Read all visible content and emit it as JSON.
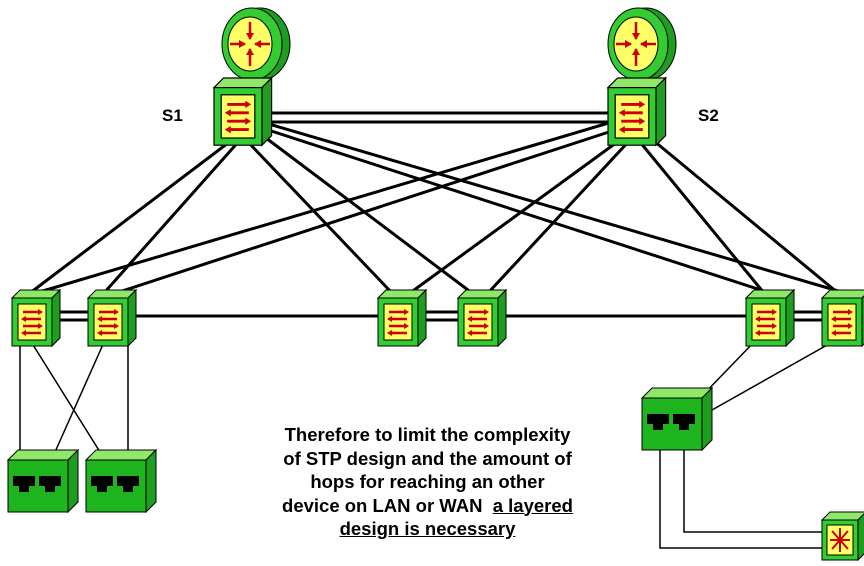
{
  "labels": {
    "s1": "S1",
    "s2": "S2"
  },
  "caption": {
    "line1": "Therefore to limit the complexity",
    "line2": "of STP design and the amount of",
    "line3": "hops for reaching an other",
    "line4_plain": "device on LAN or WAN  ",
    "line4_underlined": "a layered",
    "line5_underlined": "design is necessary"
  },
  "icons": {
    "router": "router-icon",
    "core_switch": "switch-icon",
    "access_switch": "switch-icon",
    "hub": "hub-icon",
    "wan_device": "isdn-icon"
  },
  "colors": {
    "device_green_light": "#7fe05a",
    "device_green_dark": "#1f9b1f",
    "device_face": "#33cc33",
    "symbol_yellow": "#ffff66",
    "symbol_red": "#cc0000",
    "link": "#000000"
  }
}
